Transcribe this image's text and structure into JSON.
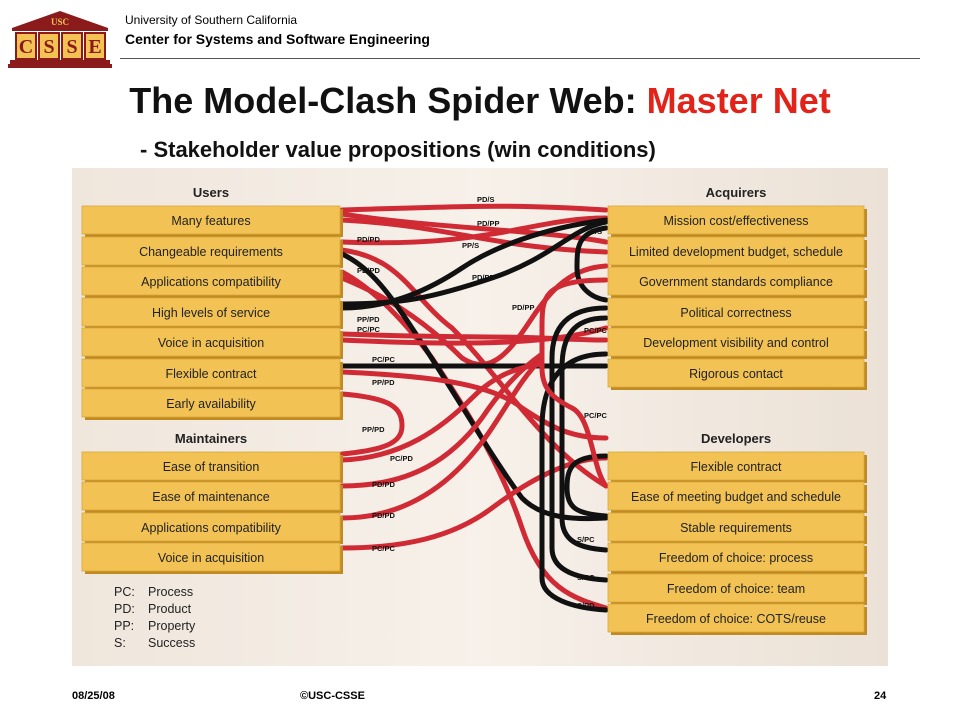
{
  "header": {
    "university": "University of Southern California",
    "center": "Center for Systems and Software Engineering",
    "logo_top": "USC",
    "logo_letters": [
      "C",
      "S",
      "S",
      "E"
    ]
  },
  "title": {
    "main": "The Model-Clash Spider Web: ",
    "accent": "Master Net",
    "accent_color": "#e2231a"
  },
  "subtitle": "- Stakeholder value propositions (win conditions)",
  "colors": {
    "box": "#f2c354",
    "box_shadow": "#c08a20",
    "red": "#d02a35",
    "black": "#111111",
    "panel": "#f3ece4"
  },
  "groups": {
    "users": {
      "title": "Users",
      "items": [
        "Many features",
        "Changeable requirements",
        "Applications compatibility",
        "High levels of service",
        "Voice in acquisition",
        "Flexible contract",
        "Early availability"
      ]
    },
    "maintainers": {
      "title": "Maintainers",
      "items": [
        "Ease of transition",
        "Ease of maintenance",
        "Applications compatibility",
        "Voice in acquisition"
      ]
    },
    "acquirers": {
      "title": "Acquirers",
      "items": [
        "Mission cost/effectiveness",
        "Limited development budget, schedule",
        "Government standards compliance",
        "Political correctness",
        "Development visibility and control",
        "Rigorous contact"
      ]
    },
    "developers": {
      "title": "Developers",
      "items": [
        "Flexible contract",
        "Ease of meeting budget and schedule",
        "Stable requirements",
        "Freedom of choice: process",
        "Freedom of choice: team",
        "Freedom of choice: COTS/reuse"
      ]
    }
  },
  "link_labels": [
    "PD/S",
    "PD/PP",
    "PD/PD",
    "PP/S",
    "PD/PD",
    "PD/PP",
    "PD/PP",
    "PP/PD",
    "PC/PC",
    "PC/PC",
    "PP/PD",
    "PP/PD",
    "PC/PD",
    "PD/PD",
    "PD/PD",
    "PC/PC",
    "S/S",
    "PC/PC",
    "PC/PC",
    "S/PC",
    "S/PC",
    "S/PD"
  ],
  "legend": [
    {
      "abbr": "PC:",
      "meaning": "Process"
    },
    {
      "abbr": "PD:",
      "meaning": "Product"
    },
    {
      "abbr": "PP:",
      "meaning": "Property"
    },
    {
      "abbr": "S:",
      "meaning": "Success"
    }
  ],
  "footer": {
    "date": "08/25/08",
    "copyright": "©USC-CSSE",
    "page": "24"
  }
}
